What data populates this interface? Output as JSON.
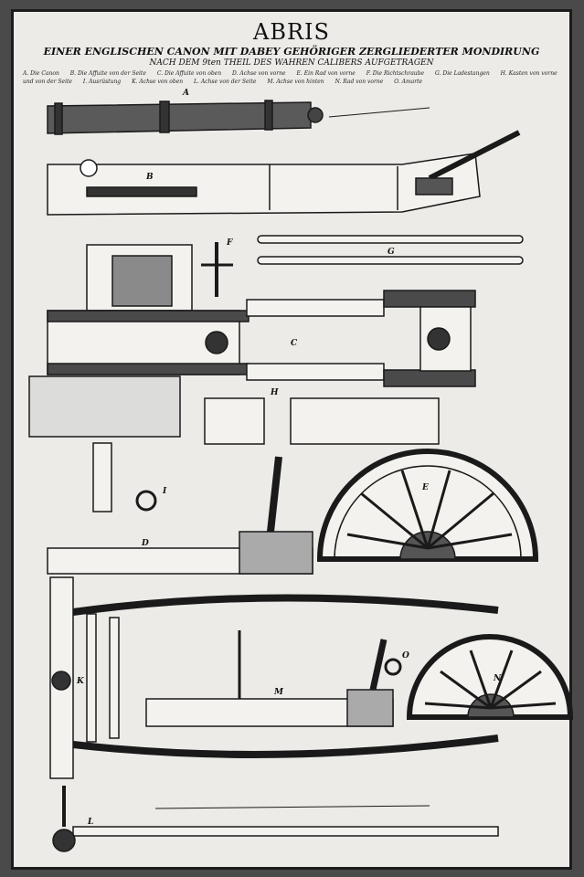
{
  "title": "ABRIS",
  "subtitle": "EINER ENGLISCHEN CANON MIT DABEY GEHÖRIGER ZERGLIEDERTER MONDIRUNG",
  "subtitle2": "NACH DEM 9ten THEIL DES WAHREN CALIBERS AUFGETRAGEN",
  "legend": [
    "A. Die Canon",
    "B. Die Affuite von der Seite",
    "C. Die Affuite von oben",
    "D. Achse von vorne",
    "E. Ein Rad von vorne",
    "F. Die Richtschraube",
    "G. Die Ladestangen",
    "H. Kasten von vorne und von der Seite",
    "I. Ausrüstung",
    "K. Achse von oben",
    "L. Achse von der Seite",
    "M. Achse von hinten",
    "N. Rad von vorne",
    "O. Amarte"
  ],
  "labels": {
    "A": "A",
    "B": "B",
    "C": "C",
    "D": "D",
    "E": "E",
    "F": "F",
    "G": "G",
    "H": "H",
    "I": "I",
    "K": "K",
    "L": "L",
    "M": "M",
    "N": "N",
    "O": "O"
  },
  "colors": {
    "paper": "#ecebe8",
    "ink": "#1a1a1a",
    "metal": "#3a3a3a",
    "wood": "#f4f2ee"
  }
}
